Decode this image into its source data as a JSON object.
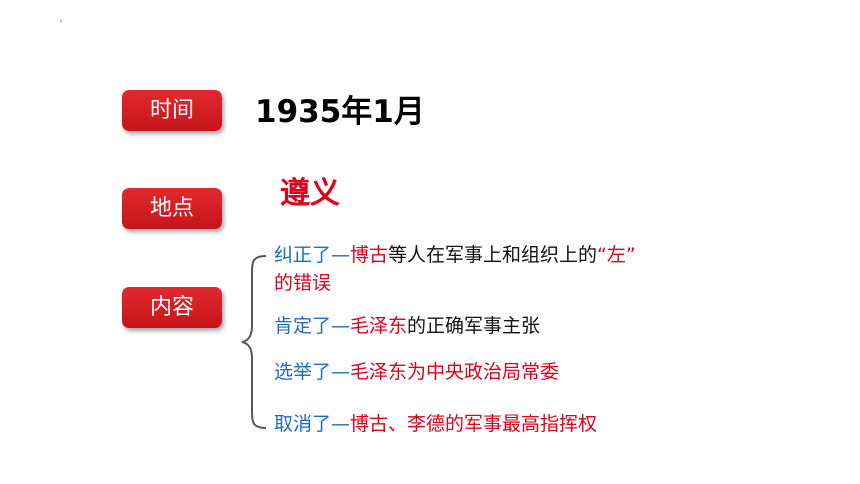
{
  "labels": {
    "time": "时间",
    "place": "地点",
    "content": "内容"
  },
  "time_value": "1935年1月",
  "place_value": "遵义",
  "items": [
    {
      "verb": "纠正了",
      "dash": "—",
      "subject": "博古",
      "object": "等人在军事上和组织上的",
      "quote": "“左”",
      "continuation": "的错误"
    },
    {
      "verb": "肯定了",
      "dash": "—",
      "subject": "毛泽东",
      "object": "的正确军事主张"
    },
    {
      "verb": "选举了",
      "dash": "—",
      "subject": "毛泽东为中央政治局常委"
    },
    {
      "verb": "取消了",
      "dash": "—",
      "subject": "博古、李德的军事最高指挥权"
    }
  ],
  "colors": {
    "label_bg": "#c5151b",
    "blue": "#1f6bbf",
    "red": "#e0001b"
  }
}
